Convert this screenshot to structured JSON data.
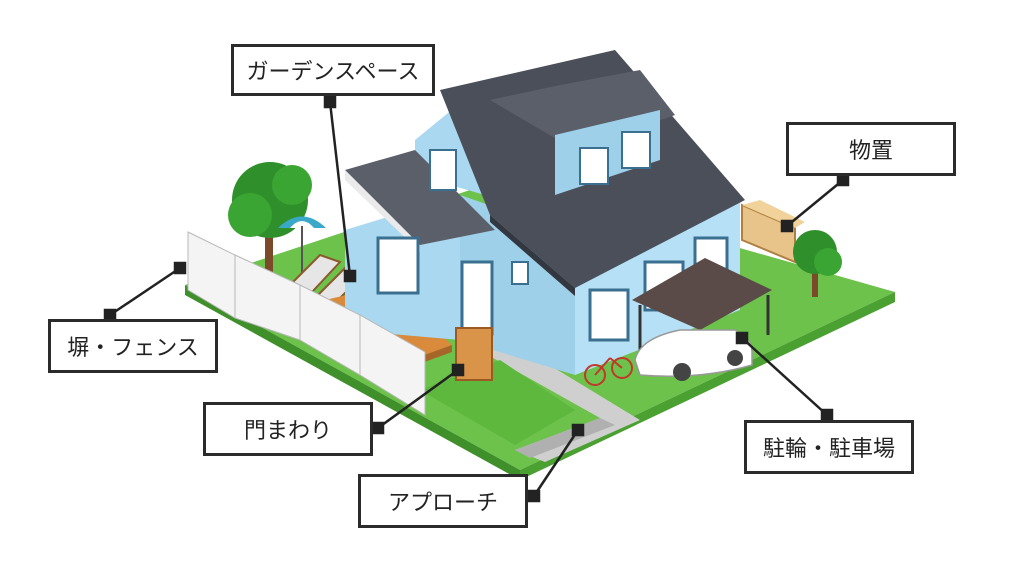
{
  "labels": {
    "garden": "ガーデンスペース",
    "storage": "物置",
    "fence": "塀・フェンス",
    "gate": "門まわり",
    "parking": "駐輪・駐車場",
    "approach": "アプローチ"
  },
  "colors": {
    "grass": "#6cc24a",
    "base_dark": "#3f8f2a",
    "wall": "#a9d8f0",
    "roof": "#4a4f5a",
    "fence": "#f2f2f2",
    "deck": "#d98a3a",
    "label_border": "#2b2b2b",
    "path": "#c8c8c8"
  }
}
